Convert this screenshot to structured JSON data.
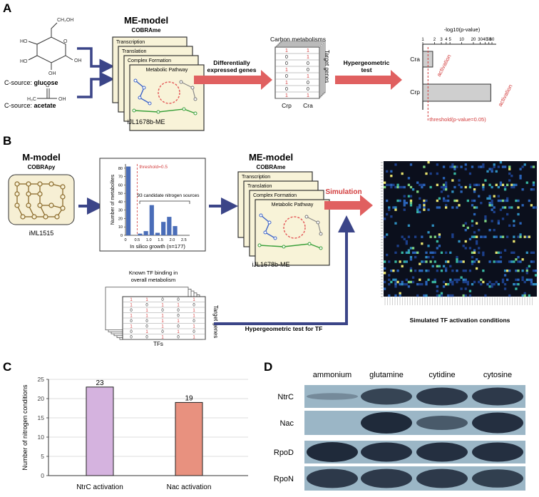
{
  "panels": {
    "A": {
      "letter": "A",
      "glucose_prefix": "C-source: ",
      "glucose_name": "glucose",
      "acetate_prefix": "C-source: ",
      "acetate_name": "acetate",
      "me_title": "ME-model",
      "me_subtitle": "COBRAme",
      "stack_labels": [
        "Transcription",
        "Translation",
        "Complex Formation",
        "Metabolic Pathway"
      ],
      "model_name": "iJL1678b-ME",
      "arrow1_line1": "Differentially",
      "arrow1_line2": "expressed genes",
      "matrix_title": "Carbon metabolisms",
      "matrix_side": "Target genes",
      "matrix_cols": [
        "Crp",
        "Cra"
      ],
      "matrix_rows": [
        [
          "1",
          "1"
        ],
        [
          "0",
          "1"
        ],
        [
          "0",
          "0"
        ],
        [
          "1",
          "0"
        ],
        [
          "0",
          "1"
        ],
        [
          "1",
          "0"
        ],
        [
          "0",
          "0"
        ],
        [
          "1",
          "1"
        ]
      ],
      "arrow2_line1": "Hypergeometric",
      "arrow2_line2": "test",
      "bar_axis_title": "-log10(p-value)",
      "bar_ticks": [
        "1",
        "2",
        "3",
        "4",
        "5",
        "10",
        "20",
        "30",
        "40",
        "50",
        "60"
      ],
      "bar_rows": [
        "Cra",
        "Crp"
      ],
      "bar_annotation": "activation",
      "threshold_label": "threshold(p-value=0.05)"
    },
    "B": {
      "letter": "B",
      "m_title": "M-model",
      "m_subtitle": "COBRApy",
      "m_name": "iML1515",
      "me_title": "ME-model",
      "me_subtitle": "COBRAme",
      "stack_labels": [
        "Transcription",
        "Translation",
        "Complex Formation",
        "Metabolic Pathway"
      ],
      "me_name": "iJL1678b-ME",
      "simulation_label": "Simulation",
      "tf_box_line1": "Known TF binding in",
      "tf_box_line2": "overall metabolism",
      "tf_side": "Target genes",
      "tf_bottom": "TFs",
      "tf_rows": [
        [
          "1",
          "1",
          "0",
          "0",
          "1"
        ],
        [
          "1",
          "0",
          "1",
          "1",
          "0"
        ],
        [
          "0",
          "1",
          "0",
          "0",
          "1"
        ],
        [
          "1",
          "1",
          "1",
          "0",
          "1"
        ],
        [
          "0",
          "0",
          "1",
          "1",
          "0"
        ],
        [
          "1",
          "0",
          "1",
          "0",
          "1"
        ],
        [
          "0",
          "1",
          "0",
          "1",
          "0"
        ],
        [
          "0",
          "0",
          "1",
          "0",
          "1"
        ]
      ],
      "tf_test_label": "Hypergeometric test for TF",
      "heatmap_caption": "Simulated TF activation conditions"
    },
    "C": {
      "letter": "C",
      "ylabel": "Number of nitrogen conditions"
    },
    "D": {
      "letter": "D",
      "columns": [
        "ammonium",
        "glutamine",
        "cytidine",
        "cytosine"
      ],
      "rows": [
        "NtrC",
        "Nac",
        "RpoD",
        "RpoN"
      ],
      "band_intensity": [
        [
          0.08,
          0.75,
          0.85,
          0.85
        ],
        [
          0.0,
          1.0,
          0.55,
          0.95
        ],
        [
          1.0,
          0.95,
          0.95,
          0.95
        ],
        [
          0.85,
          0.85,
          0.85,
          0.8
        ]
      ]
    }
  },
  "chart_data": [
    {
      "type": "bar",
      "panel": "B-histogram",
      "xlabel": "In silico growth (n=177)",
      "ylabel": "Number of metabolites",
      "x_bin_centers": [
        0.125,
        0.375,
        0.625,
        0.875,
        1.125,
        1.375,
        1.625,
        1.875,
        2.125,
        2.375,
        2.625
      ],
      "values": [
        82,
        0,
        2,
        5,
        36,
        3,
        16,
        22,
        11,
        0,
        0
      ],
      "xticks": [
        "0",
        "0.5",
        "1.0",
        "1.5",
        "2.0",
        "2.5"
      ],
      "yticks": [
        "0",
        "10",
        "20",
        "30",
        "40",
        "50",
        "60",
        "70",
        "80"
      ],
      "ylim": [
        0,
        85
      ],
      "threshold_label": "threshold=0.5",
      "annotation": "93 candidate nitrogen sources"
    },
    {
      "type": "bar",
      "panel": "C",
      "categories": [
        "NtrC activation",
        "Nac activation"
      ],
      "values": [
        23,
        19
      ],
      "value_labels": [
        "23",
        "19"
      ],
      "colors": [
        "#d5b3df",
        "#e8917f"
      ],
      "ylabel": "Number of nitrogen conditions",
      "yticks": [
        "0",
        "5",
        "10",
        "15",
        "20",
        "25"
      ],
      "ylim": [
        0,
        25
      ],
      "grid": true
    },
    {
      "type": "bar",
      "panel": "A-pvalue",
      "categories": [
        "Cra",
        "Crp"
      ],
      "values": [
        1.8,
        56
      ],
      "xlabel": "-log10(p-value)",
      "threshold": 1.3
    }
  ],
  "colors": {
    "arrow_blue": "#3b4588",
    "arrow_red": "#e06060",
    "annotation_red": "#d23b3b",
    "stack_fill": "#f8f3d8",
    "bar_blue": "#4a6db8"
  }
}
